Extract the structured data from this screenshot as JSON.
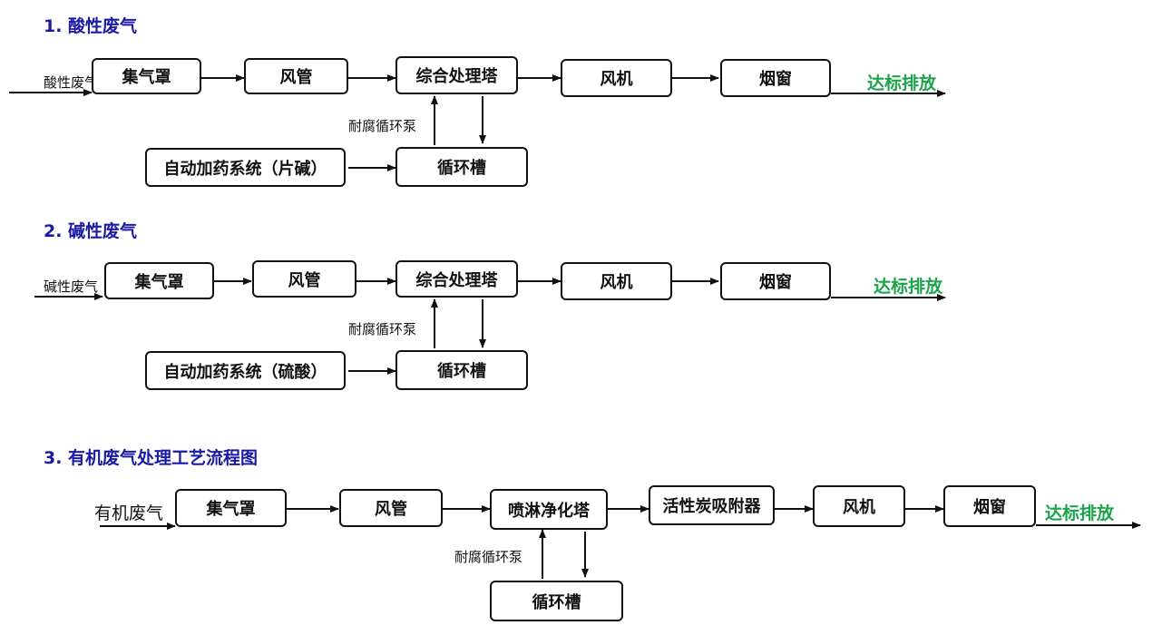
{
  "colors": {
    "title": "#1a1aa6",
    "discharge": "#1aa34a",
    "line": "#111111"
  },
  "s1": {
    "title": "1. 酸性废气",
    "input": "酸性废气",
    "hood": "集气罩",
    "duct": "风管",
    "tower": "综合处理塔",
    "fan": "风机",
    "chimney": "烟窗",
    "output": "达标排放",
    "pump": "耐腐循环泵",
    "dosing": "自动加药系统（片碱）",
    "tank": "循环槽"
  },
  "s2": {
    "title": "2. 碱性废气",
    "input": "碱性废气",
    "hood": "集气罩",
    "duct": "风管",
    "tower": "综合处理塔",
    "fan": "风机",
    "chimney": "烟窗",
    "output": "达标排放",
    "pump": "耐腐循环泵",
    "dosing": "自动加药系统（硫酸）",
    "tank": "循环槽"
  },
  "s3": {
    "title": "3. 有机废气处理工艺流程图",
    "input": "有机废气",
    "hood": "集气罩",
    "duct": "风管",
    "tower": "喷淋净化塔",
    "carbon": "活性炭吸附器",
    "fan": "风机",
    "chimney": "烟窗",
    "output": "达标排放",
    "pump": "耐腐循环泵",
    "tank": "循环槽"
  }
}
